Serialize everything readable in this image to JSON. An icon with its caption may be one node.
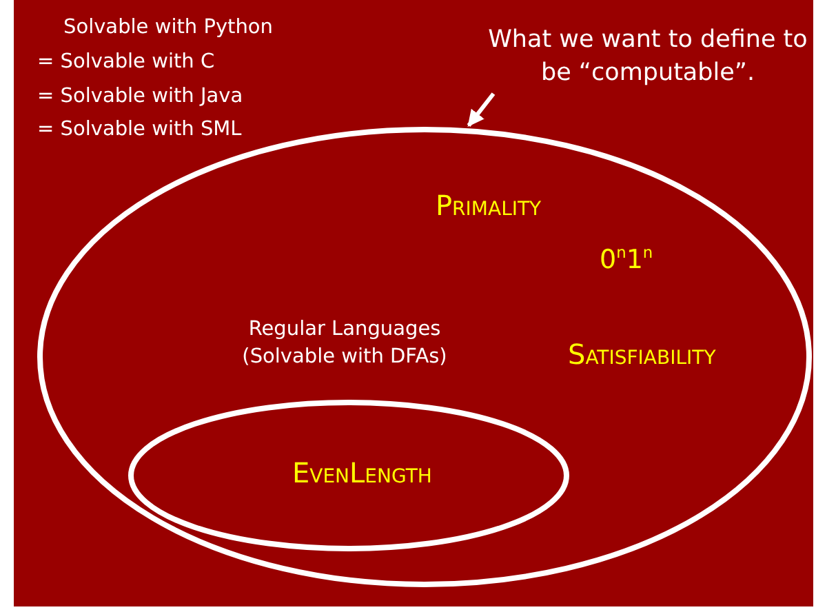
{
  "diagram": {
    "nodes": [
      {
        "text": [
          "What we want to define to be “computable”."
        ]
      },
      {
        "text": [
          "Primality",
          "0$^{n}$1$^{n}$",
          "Satisfiability"
        ]
      },
      {
        "text": [
          "Regular Languages (Solvable with DFAs)",
          "EvenLength"
        ],
        "in": 1
      }
    ],
    "edges": [
      {
        "from": 0,
        "to": 1,
        "arrow": "to"
      }
    ],
    "labels": [
      "Solvable with Python",
      "= Solvable with C",
      "= Solvable with Java",
      "= Solvable with SML"
    ]
  }
}
